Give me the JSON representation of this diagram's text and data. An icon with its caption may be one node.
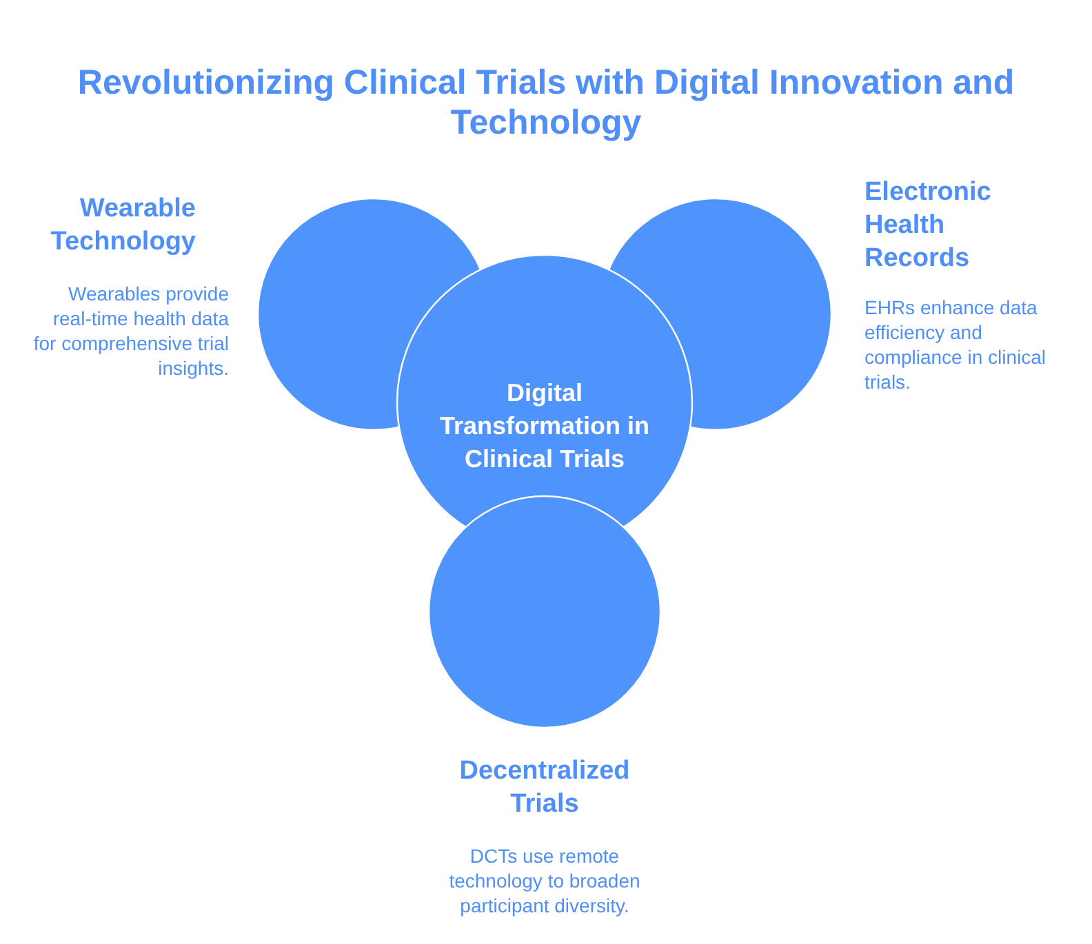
{
  "diagram": {
    "title": "Revolutionizing Clinical Trials with Digital Innovation and Technology",
    "nodes": [
      {
        "text": [
          "Wearable Technology",
          "Wearables provide real-time health data for comprehensive trial insights."
        ]
      },
      {
        "text": [
          "Electronic Health Records",
          "EHRs enhance data efficiency and compliance in clinical trials."
        ]
      },
      {
        "text": [
          "Digital Transformation in Clinical Trials"
        ]
      },
      {
        "text": [
          "Decentralized Trials",
          "DCTs use remote technology to broaden participant diversity."
        ]
      }
    ]
  }
}
